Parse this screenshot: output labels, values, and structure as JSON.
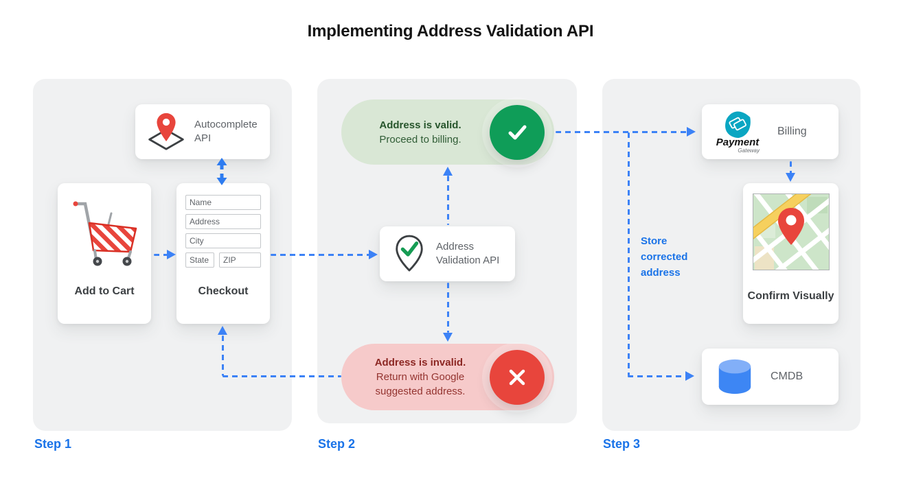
{
  "title": "Implementing Address Validation API",
  "colors": {
    "accent_blue": "#1a73e8",
    "arrow_blue": "#3c82f6",
    "success_green": "#0f9d58",
    "error_red": "#e8453c",
    "valid_pill_bg": "#d9e7d5",
    "invalid_pill_bg": "#f6caca",
    "panel_bg": "#f0f1f2"
  },
  "steps": {
    "step1": {
      "label": "Step 1",
      "autocomplete": {
        "label": "Autocomplete API",
        "icon": "map-pin-diamond-icon"
      },
      "add_to_cart": {
        "label": "Add to Cart",
        "icon": "shopping-cart-icon"
      },
      "checkout": {
        "label": "Checkout",
        "fields": [
          {
            "placeholder": "Name"
          },
          {
            "placeholder": "Address"
          },
          {
            "placeholder": "City"
          },
          {
            "placeholder": "State"
          },
          {
            "placeholder": "ZIP"
          }
        ]
      }
    },
    "step2": {
      "label": "Step 2",
      "valid": {
        "title": "Address is valid.",
        "subtitle": "Proceed to billing.",
        "icon": "check-circle-icon"
      },
      "validation_api": {
        "label": "Address Validation API",
        "icon": "map-pin-check-icon"
      },
      "invalid": {
        "title": "Address is invalid.",
        "subtitle": "Return with Google suggested address.",
        "icon": "x-circle-icon"
      }
    },
    "step3": {
      "label": "Step 3",
      "billing": {
        "label": "Billing",
        "logo_title": "Payment",
        "logo_subtitle": "Gateway",
        "icon": "payment-gateway-logo"
      },
      "confirm": {
        "label": "Confirm Visually",
        "icon": "map-thumbnail"
      },
      "cmdb": {
        "label": "CMDB",
        "icon": "database-icon"
      },
      "store_note": "Store corrected address"
    }
  }
}
